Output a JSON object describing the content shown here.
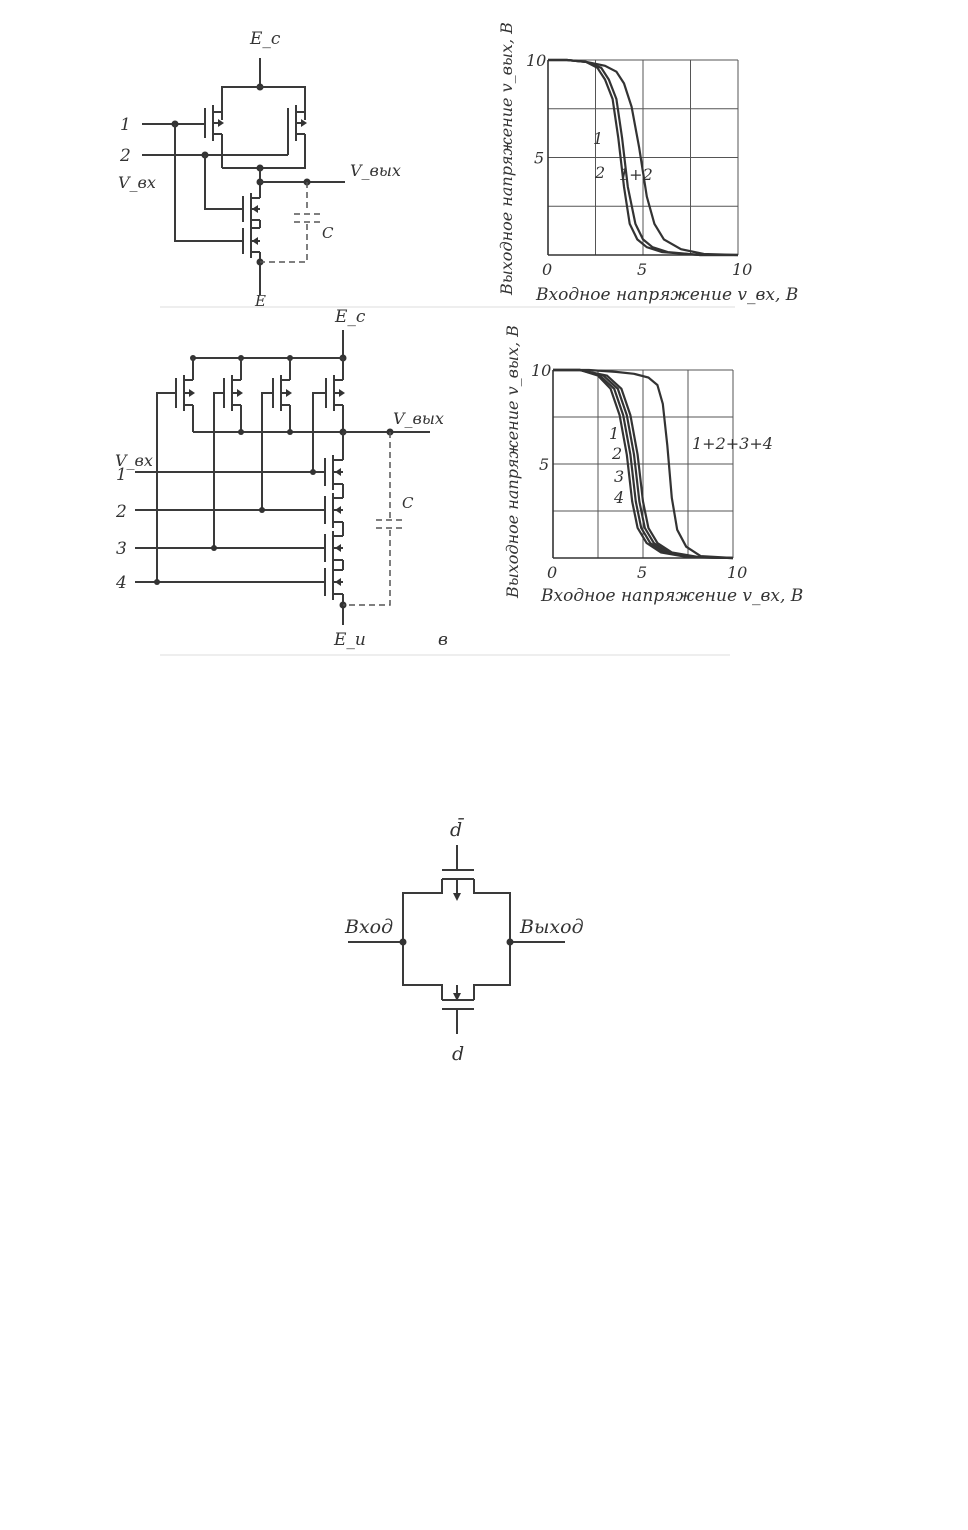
{
  "circuit_a": {
    "supply_top": "E_c",
    "input1": "1",
    "input2": "2",
    "input_label": "V_вх",
    "output_label": "V_вых",
    "cap": "C",
    "supply_bottom": "E"
  },
  "circuit_b": {
    "supply_top": "E_c",
    "output_label": "V_вых",
    "input_label": "V_вх",
    "inputs": [
      "1",
      "2",
      "3",
      "4"
    ],
    "cap": "C",
    "supply_bottom": "E_u",
    "panel_letter": "в"
  },
  "tgate": {
    "control_top": "d̄",
    "control_bottom": "d",
    "input_label": "Вход",
    "output_label": "Выход"
  },
  "chart_data": [
    {
      "type": "line",
      "xlabel": "Входное напряжение v_вх, В",
      "ylabel": "Выходное напряжение v_вых, В",
      "xlim": [
        0,
        10
      ],
      "ylim": [
        0,
        10
      ],
      "x_ticks": [
        "0",
        "5",
        "10"
      ],
      "y_ticks": [
        "5",
        "10"
      ],
      "grid": true,
      "series": [
        {
          "name": "1",
          "x": [
            0,
            1,
            2,
            2.6,
            3,
            3.4,
            3.7,
            4,
            4.3,
            4.7,
            5.2,
            6,
            8,
            10
          ],
          "y": [
            10,
            10,
            9.9,
            9.6,
            9,
            8,
            6,
            3.5,
            1.6,
            0.8,
            0.4,
            0.15,
            0,
            0
          ]
        },
        {
          "name": "2",
          "x": [
            0,
            1,
            2,
            2.8,
            3.2,
            3.6,
            3.9,
            4.2,
            4.6,
            5,
            5.5,
            6.3,
            8,
            10
          ],
          "y": [
            10,
            10,
            9.9,
            9.6,
            9,
            8,
            6,
            3.5,
            1.6,
            0.8,
            0.4,
            0.15,
            0,
            0
          ]
        },
        {
          "name": "1+2",
          "x": [
            0,
            1,
            2,
            3,
            3.6,
            4,
            4.4,
            4.8,
            5.2,
            5.6,
            6.1,
            7,
            8.2,
            10
          ],
          "y": [
            10,
            10,
            9.9,
            9.7,
            9.4,
            8.8,
            7.6,
            5.5,
            3,
            1.6,
            0.8,
            0.3,
            0.05,
            0
          ]
        }
      ]
    },
    {
      "type": "line",
      "xlabel": "Входное напряжение v_вх, В",
      "ylabel": "Выходное напряжение v_вых, В",
      "xlim": [
        0,
        10
      ],
      "ylim": [
        0,
        10
      ],
      "x_ticks": [
        "0",
        "5",
        "10"
      ],
      "y_ticks": [
        "5",
        "10"
      ],
      "grid": true,
      "series": [
        {
          "name": "1",
          "x": [
            0,
            1.5,
            2.5,
            3.2,
            3.7,
            4.1,
            4.4,
            4.7,
            5.2,
            6,
            7.5,
            10
          ],
          "y": [
            10,
            10,
            9.7,
            9,
            7.6,
            5.5,
            3,
            1.6,
            0.8,
            0.3,
            0.05,
            0
          ]
        },
        {
          "name": "2",
          "x": [
            0,
            1.5,
            2.6,
            3.4,
            3.9,
            4.3,
            4.6,
            4.9,
            5.4,
            6.2,
            7.7,
            10
          ],
          "y": [
            10,
            10,
            9.7,
            9,
            7.6,
            5.5,
            3,
            1.6,
            0.8,
            0.3,
            0.05,
            0
          ]
        },
        {
          "name": "3",
          "x": [
            0,
            1.5,
            2.8,
            3.6,
            4.1,
            4.5,
            4.8,
            5.1,
            5.6,
            6.4,
            7.9,
            10
          ],
          "y": [
            10,
            10,
            9.7,
            9,
            7.6,
            5.5,
            3,
            1.6,
            0.8,
            0.3,
            0.05,
            0
          ]
        },
        {
          "name": "4",
          "x": [
            0,
            1.5,
            3,
            3.8,
            4.3,
            4.7,
            5,
            5.3,
            5.8,
            6.6,
            8.1,
            10
          ],
          "y": [
            10,
            10,
            9.7,
            9,
            7.6,
            5.5,
            3,
            1.6,
            0.8,
            0.3,
            0.05,
            0
          ]
        },
        {
          "name": "1+2+3+4",
          "x": [
            0,
            2,
            3.5,
            4.5,
            5.3,
            5.8,
            6.1,
            6.35,
            6.6,
            6.9,
            7.4,
            8.2,
            10
          ],
          "y": [
            10,
            10,
            9.9,
            9.8,
            9.6,
            9.2,
            8.2,
            6,
            3.2,
            1.5,
            0.6,
            0.1,
            0
          ]
        }
      ]
    }
  ]
}
